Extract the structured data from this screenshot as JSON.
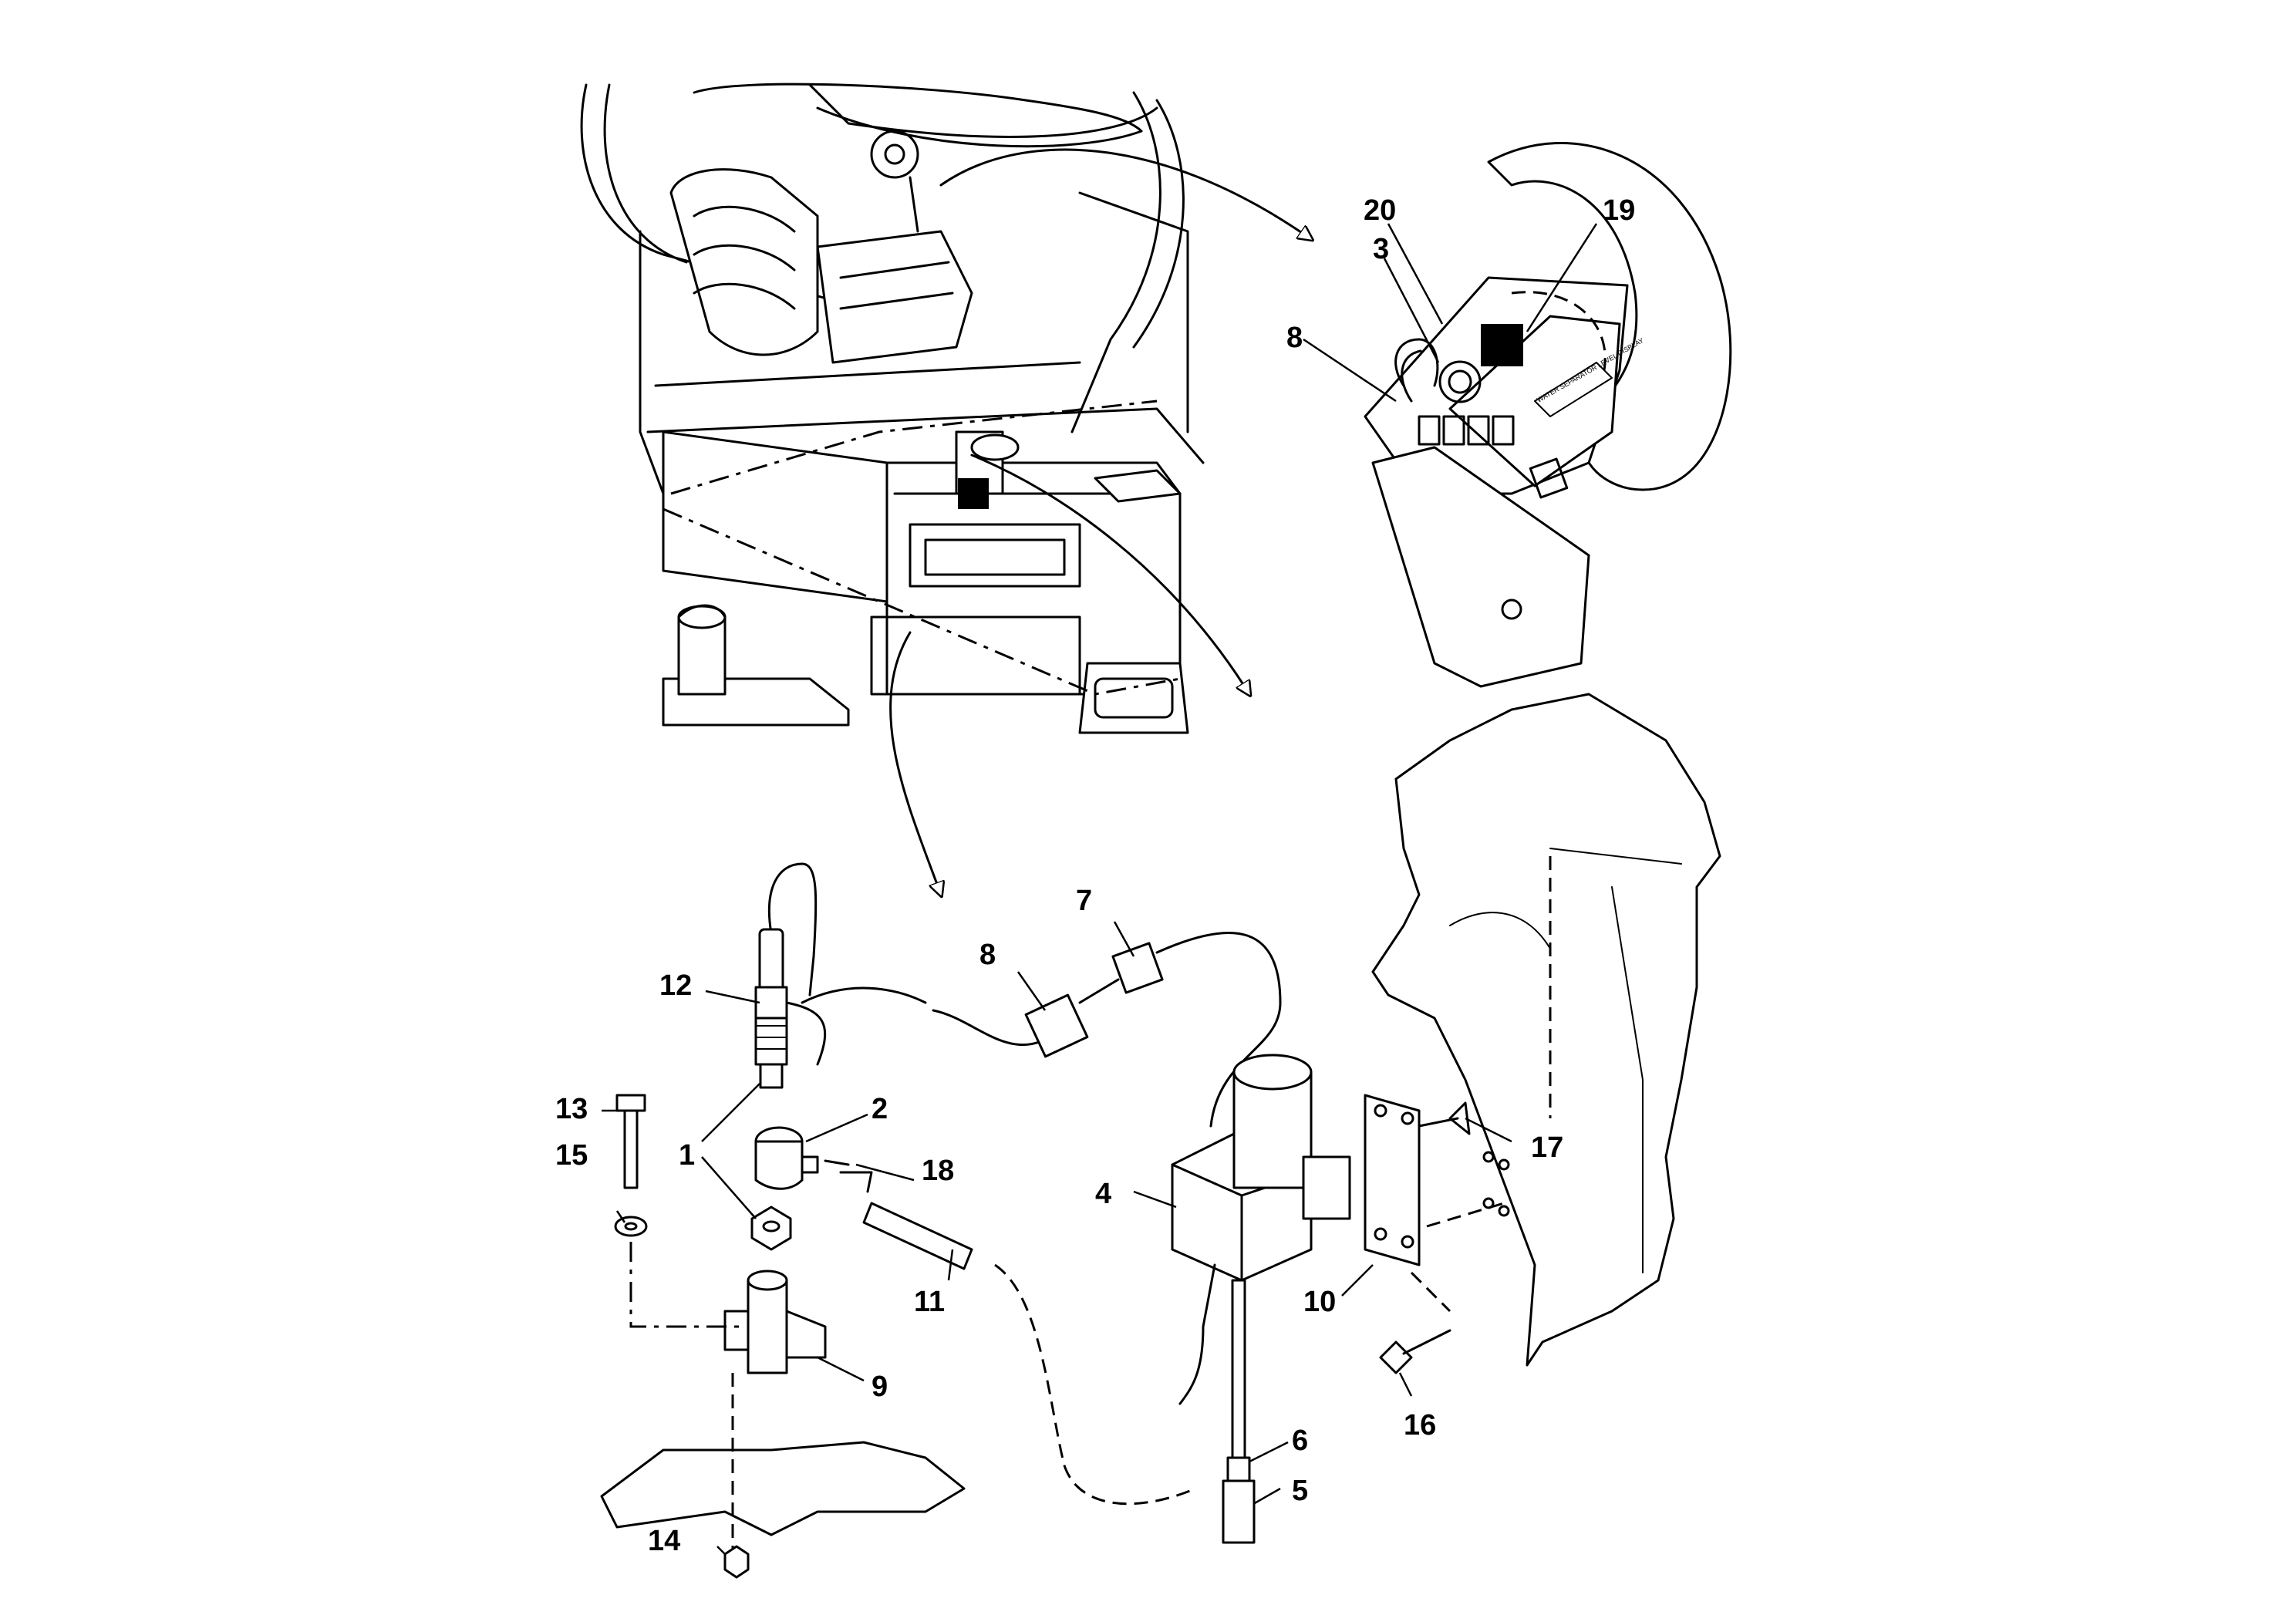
{
  "callouts": {
    "c1": "1",
    "c2": "2",
    "c3": "3",
    "c4": "4",
    "c5": "5",
    "c6": "6",
    "c7": "7",
    "c8a": "8",
    "c8b": "8",
    "c9": "9",
    "c10": "10",
    "c11": "11",
    "c12": "12",
    "c13": "13",
    "c14": "14",
    "c15": "15",
    "c16": "16",
    "c17": "17",
    "c18": "18",
    "c19": "19",
    "c20": "20"
  },
  "panel_text": "WATER SEPARATOR LEVEL DISPLAY"
}
